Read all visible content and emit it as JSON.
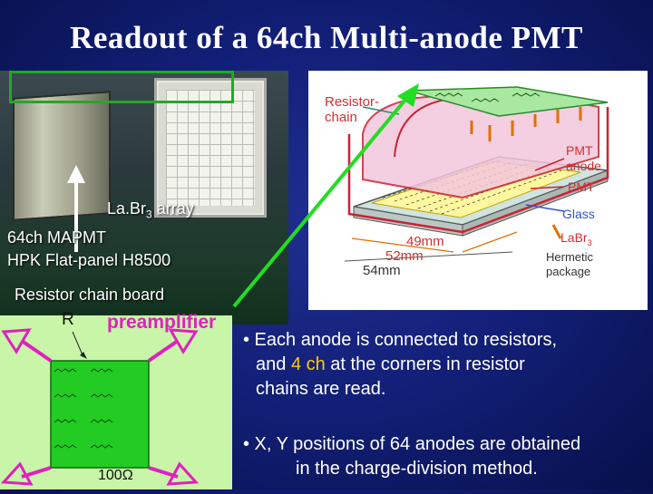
{
  "title": "Readout of a 64ch Multi-anode PMT",
  "photo": {
    "labaBr3_prefix": "La.Br",
    "labaBr3_sub": "3",
    "labaBr3_suffix": " array",
    "line1": "64ch MAPMT",
    "line2": "HPK Flat-panel H8500",
    "line3": "Resistor chain board"
  },
  "diagram": {
    "resistor_chain_1": "Resistor-",
    "resistor_chain_2": "chain",
    "pmt_anode_1": "PMT",
    "pmt_anode_2": "anode",
    "pmt": "PMT",
    "glass": "Glass",
    "labr3_prefix": "LaBr",
    "labr3_sub": "3",
    "hermetic_1": "Hermetic",
    "hermetic_2": "package",
    "dim_49": "49mm",
    "dim_52": "52mm",
    "dim_54": "54mm"
  },
  "schematic": {
    "r_label": "R",
    "preamp_label": "preamplifier",
    "resistor_value": "100Ω"
  },
  "bullets": [
    {
      "pre": "• Each anode is connected to resistors,",
      "line2_pre": "and ",
      "highlight": "4 ch",
      "line2_post": " at  the corners in resistor",
      "line3": "chains are read."
    },
    {
      "line1": "• X, Y positions of 64 anodes are obtained",
      "line2": "in the charge-division method."
    }
  ],
  "colors": {
    "accent_green": "#22cc22",
    "highlight": "#ffcc00",
    "preamp_magenta": "#e020c0"
  }
}
